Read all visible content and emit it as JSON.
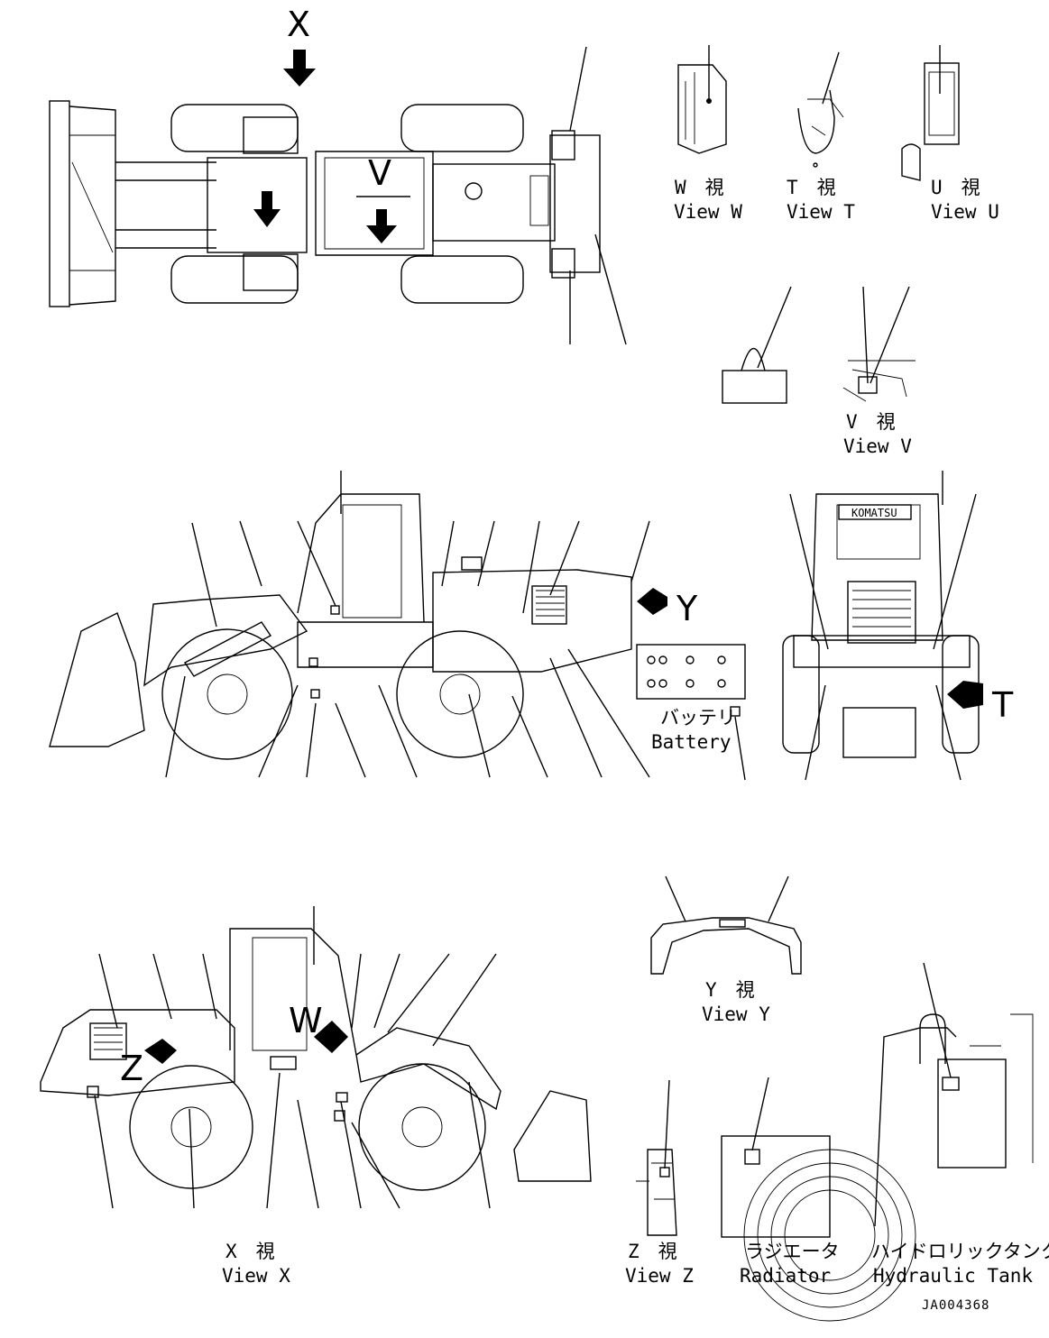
{
  "views": {
    "w": {
      "jp": "W　視",
      "en": "View W"
    },
    "t": {
      "jp": "T　視",
      "en": "View T"
    },
    "u": {
      "jp": "U　視",
      "en": "View U"
    },
    "v": {
      "jp": "V　視",
      "en": "View V"
    },
    "y": {
      "jp": "Y　視",
      "en": "View Y"
    },
    "x": {
      "jp": "X　視",
      "en": "View X"
    },
    "z": {
      "jp": "Z　視",
      "en": "View Z"
    }
  },
  "components": {
    "battery": {
      "jp": "バッテリ",
      "en": "Battery"
    },
    "radiator": {
      "jp": "ラジエータ",
      "en": "Radiator"
    },
    "hydraulic_tank": {
      "jp": "ハイドロリックタンク",
      "en": "Hydraulic Tank"
    }
  },
  "arrow_letters": {
    "x": "X",
    "v": "V",
    "y": "Y",
    "t": "T",
    "w": "W",
    "z": "Z"
  },
  "brand": "KOMATSU",
  "drawing_ref": "JA004368"
}
